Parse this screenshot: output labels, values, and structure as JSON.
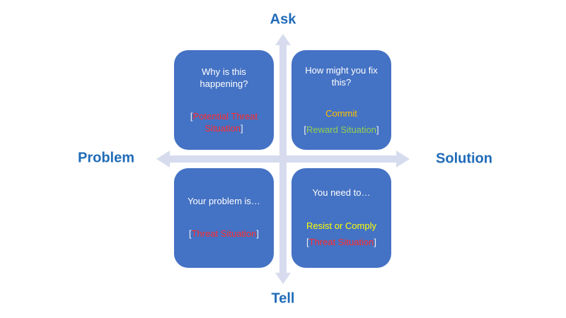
{
  "axes": {
    "top": "Ask",
    "bottom": "Tell",
    "left": "Problem",
    "right": "Solution"
  },
  "colors": {
    "box": "#4472c4",
    "axis_label": "#1f6bb8",
    "arrow": "#d6dcee",
    "threat": "#ff2b2b",
    "reward": "#92d050",
    "commit": "#ffc000",
    "resist": "#ffff00"
  },
  "quadrants": {
    "top_left": {
      "question": "Why is this happening?",
      "situation_open": "[",
      "situation": "Potential Threat Situation",
      "situation_close": "]"
    },
    "top_right": {
      "question": "How might you fix this?",
      "action": "Commit",
      "situation_open": "[",
      "situation": "Reward Situation",
      "situation_close": "]"
    },
    "bottom_left": {
      "question": "Your problem is…",
      "situation_open": "[",
      "situation": "Threat Situation",
      "situation_close": "]"
    },
    "bottom_right": {
      "question": "You need to…",
      "action": "Resist or Comply",
      "situation_open": "[",
      "situation": "Threat Situation",
      "situation_close": "]"
    }
  }
}
